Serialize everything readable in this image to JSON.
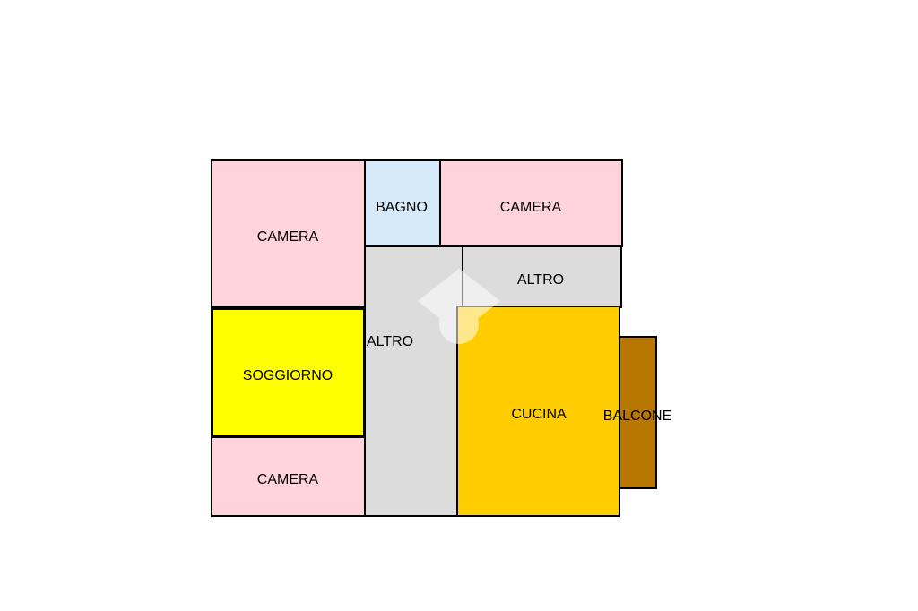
{
  "floorplan": {
    "colors": {
      "camera": "#FFD3DC",
      "bagno": "#D6EAFA",
      "altro": "#DCDCDC",
      "soggiorno": "#FFFF00",
      "cucina": "#FFCC00",
      "balcone": "#B87700",
      "wall": "#000000",
      "background": "#FFFFFF"
    },
    "rooms": {
      "camera_top_left": {
        "label": "CAMERA"
      },
      "bagno": {
        "label": "BAGNO"
      },
      "camera_top_right": {
        "label": "CAMERA"
      },
      "altro_right": {
        "label": "ALTRO"
      },
      "altro_corridor": {
        "label": "ALTRO"
      },
      "soggiorno": {
        "label": "SOGGIORNO"
      },
      "camera_bottom": {
        "label": "CAMERA"
      },
      "cucina": {
        "label": "CUCINA"
      },
      "balcone": {
        "label": "BALCONE"
      }
    },
    "watermark": {
      "icon": "house-logo-icon"
    }
  }
}
